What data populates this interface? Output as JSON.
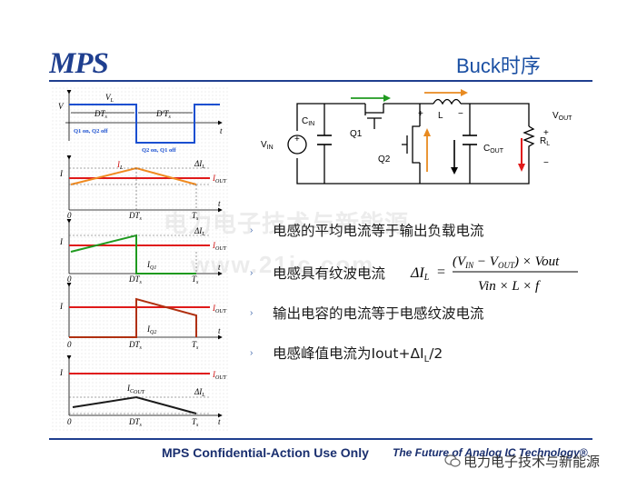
{
  "logo": {
    "text": "MPS"
  },
  "slide": {
    "title": "Buck时序"
  },
  "waveforms": {
    "panel1": {
      "y_label": "V",
      "signal": "V",
      "signal_sub": "L",
      "period": "DT",
      "period_sub": "s",
      "off_period": "D'T",
      "off_period_sub": "s",
      "q_on": "Q1 on, Q2 off",
      "q_off": "Q2 on, Q1 off",
      "x_axis": "t"
    },
    "panel2": {
      "y_label": "I",
      "il": "I",
      "il_sub": "L",
      "dil": "ΔI",
      "dil_sub": "L",
      "iout": "I",
      "iout_sub": "OUT",
      "origin": "0",
      "dts": "DT",
      "dts_sub": "s",
      "ts": "T",
      "ts_sub": "s",
      "x_axis": "t"
    },
    "panel3": {
      "y_label": "I",
      "dil": "ΔI",
      "dil_sub": "L",
      "iout": "I",
      "iout_sub": "OUT",
      "iq": "I",
      "iq_sub": "Q1",
      "origin": "0",
      "dts": "DT",
      "dts_sub": "s",
      "ts": "T",
      "ts_sub": "s",
      "x_axis": "t"
    },
    "panel4": {
      "y_label": "I",
      "iout": "I",
      "iout_sub": "OUT",
      "iq": "I",
      "iq_sub": "Q2",
      "origin": "0",
      "dts": "DT",
      "dts_sub": "s",
      "ts": "T",
      "ts_sub": "s",
      "x_axis": "t"
    },
    "panel5": {
      "y_label": "I",
      "iout": "I",
      "iout_sub": "OUT",
      "ic": "I",
      "ic_sub": "C",
      "ic_subsub": "OUT",
      "dil": "ΔI",
      "dil_sub": "L",
      "origin": "0",
      "dts": "DT",
      "dts_sub": "s",
      "ts": "T",
      "ts_sub": "s",
      "x_axis": "t"
    }
  },
  "circuit": {
    "vin": "V",
    "vin_sub": "IN",
    "cin": "C",
    "cin_sub": "IN",
    "q1": "Q1",
    "q2": "Q2",
    "l": "L",
    "plus": "+",
    "minus": "−",
    "cout": "C",
    "cout_sub": "OUT",
    "rl": "R",
    "rl_sub": "L",
    "vout": "V",
    "vout_sub": "OUT"
  },
  "bullets": [
    {
      "text": "电感的平均电流等于输出负载电流"
    },
    {
      "text": "电感具有纹波电流"
    },
    {
      "text": "输出电容的电流等于电感纹波电流"
    },
    {
      "text": "电感峰值电流为Iout+ΔI",
      "sub": "L",
      "tail": "/2"
    }
  ],
  "formula": {
    "lhs": "ΔI",
    "lhs_sub": "L",
    "eq": "=",
    "num_open": "(V",
    "num_in": "IN",
    "num_minus": " − V",
    "num_out": "OUT",
    "num_close": ")",
    "num_times": " × Vout",
    "den": "Vin × L × f"
  },
  "footer": {
    "left": "MPS Confidential-Action Use Only",
    "right": "The Future of Analog IC Technology®"
  },
  "watermarks": {
    "center": "电力电子技术与新能源",
    "url": "www.21ic.com",
    "bottom": "电力电子技术与新能源"
  }
}
